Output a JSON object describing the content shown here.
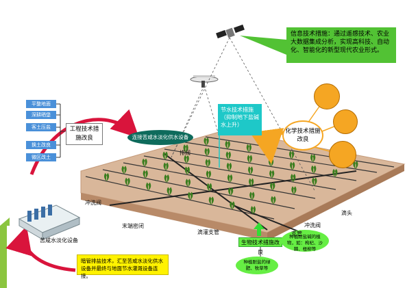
{
  "info_box": {
    "text": "信息技术措施：通过遥感技术、农业大数据集成分析，实现高科技、自动化、智能化的新型现代农业形式。"
  },
  "water_box": {
    "text": "节水技术措施（抑制地下盐碱水上升）"
  },
  "engineering": {
    "title": "工程技术措施改良",
    "items": [
      "平整地面",
      "深耕晒垡",
      "客土压盐",
      "换土改良",
      "微区改土"
    ]
  },
  "chemical": {
    "title": "化学技术措施改良"
  },
  "biological": {
    "title": "生物技术措施改良"
  },
  "desal_ellipse": {
    "text": "连接苦咸水淡化供水设备"
  },
  "desal_device": {
    "text": "苦咸水淡化设备"
  },
  "drainage_box": {
    "text": "暗管排盐技术，汇至苦咸水淡化供水设备并最终与地面节水灌溉设备连接。"
  },
  "bio_green_top": {
    "text": "种植耐盐碱的植物，如：枸杞、沙棘、柽柳等"
  },
  "bio_green_bottom": {
    "text": "种植耐盐的绿肥、牧草等"
  },
  "field_labels": {
    "exhaust_valve": "排阀",
    "flush_valve_left": "冲洗阀",
    "end_flush": "末端密闭",
    "drip_branch": "滴灌支管",
    "branch_pipe": "支管",
    "flush_valve_right": "冲洗阀",
    "drip_head": "滴头"
  },
  "colors": {
    "green_box": "#52c234",
    "teal_ellipse": "#0e6b5c",
    "orange": "#f5a623",
    "yellow_box": "#fff200",
    "bright_green": "#66ee44",
    "blue_item": "#4a90d9",
    "cyan_box": "#1ec8c8",
    "red_arc": "#d9143c"
  }
}
